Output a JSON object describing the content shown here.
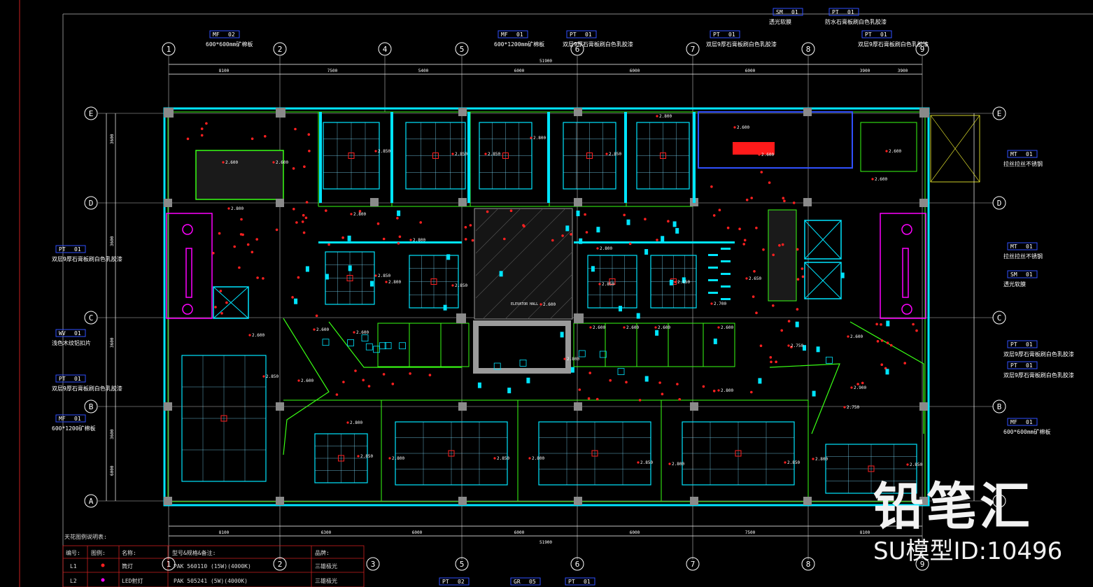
{
  "grid": {
    "columns": [
      "1",
      "2",
      "4",
      "5",
      "6",
      "7",
      "8",
      "9"
    ],
    "columns_bottom": [
      "1",
      "2",
      "3",
      "5",
      "6",
      "7",
      "8",
      "9"
    ],
    "rows": [
      "E",
      "D",
      "C",
      "B",
      "A"
    ]
  },
  "dimensions": {
    "top_total": "51900",
    "top_segments": [
      "8100",
      "7500",
      "5400",
      "6000",
      "6000",
      "6000",
      "3900",
      "3900"
    ],
    "bottom_total": "51900",
    "bottom_segments": [
      "8100",
      "6300",
      "6000",
      "6000",
      "6000",
      "7500",
      "8100"
    ],
    "left": [
      "3600",
      "3600",
      "3600",
      "3600",
      "6000"
    ]
  },
  "tags": {
    "top": [
      {
        "code": "MF",
        "num": "02",
        "text": "600*600mm矿棉板"
      },
      {
        "code": "MF",
        "num": "01",
        "text": "600*1200mm矿棉板"
      },
      {
        "code": "PT",
        "num": "01",
        "text": "双层9厚石膏板刷白色乳胶漆"
      },
      {
        "code": "PT",
        "num": "01",
        "text": "双层9厚石膏板刷白色乳胶漆"
      },
      {
        "code": "SM",
        "num": "01",
        "text": "透光软膜"
      },
      {
        "code": "PT",
        "num": "01",
        "text": "防水石膏板刷白色乳胶漆"
      },
      {
        "code": "PT",
        "num": "01",
        "text": "双层9厚石膏板刷白色乳胶漆"
      }
    ],
    "left": [
      {
        "code": "PT",
        "num": "01",
        "text": "双层9厚石膏板刷白色乳胶漆"
      },
      {
        "code": "WV",
        "num": "01",
        "text": "浅色木纹铝扣片"
      },
      {
        "code": "PT",
        "num": "01",
        "text": "双层9厚石膏板刷白色乳胶漆"
      },
      {
        "code": "MF",
        "num": "01",
        "text": "600*1200矿棉板"
      }
    ],
    "right": [
      {
        "code": "MT",
        "num": "01",
        "text": "拉丝拉丝不锈钢"
      },
      {
        "code": "MT",
        "num": "01",
        "text": "拉丝拉丝不锈钢"
      },
      {
        "code": "SM",
        "num": "01",
        "text": "透光软膜"
      },
      {
        "code": "PT",
        "num": "01",
        "text": "双层9厚石膏板刷白色乳胶漆"
      },
      {
        "code": "PT",
        "num": "01",
        "text": "双层9厚石膏板刷白色乳胶漆"
      },
      {
        "code": "MF",
        "num": "01",
        "text": "600*600mm矿棉板"
      }
    ],
    "bottom": [
      {
        "code": "PT",
        "num": "02"
      },
      {
        "code": "GR",
        "num": "05"
      },
      {
        "code": "PT",
        "num": "01"
      }
    ]
  },
  "legend": {
    "title": "天花图例说明表:",
    "headers": [
      "编号:",
      "图例:",
      "名称:",
      "型号&规格&备注:",
      "品牌:"
    ],
    "rows": [
      {
        "id": "L1",
        "name": "筒灯",
        "spec": "PAK 560110 (15W)(4000K)",
        "brand": "三雄极光"
      },
      {
        "id": "L2",
        "name": "LED射灯",
        "spec": "PAK 505241 (5W)(4000K)",
        "brand": "三雄极光"
      }
    ]
  },
  "heights": [
    "2.850",
    "2.800",
    "2.600",
    "2.650",
    "2.700",
    "2.750",
    "2.900"
  ],
  "room_label": "ELEVATOR HALL",
  "watermark": {
    "brand": "铅笔汇",
    "model_id": "SU模型ID:10496"
  },
  "colors": {
    "cyan": "#00e5ff",
    "green": "#39ff14",
    "magenta": "#ff00ff",
    "red": "#ff2020",
    "yellow": "#ffff33",
    "blue": "#3050ff",
    "grey": "#9a9a9a",
    "white": "#ffffff"
  }
}
